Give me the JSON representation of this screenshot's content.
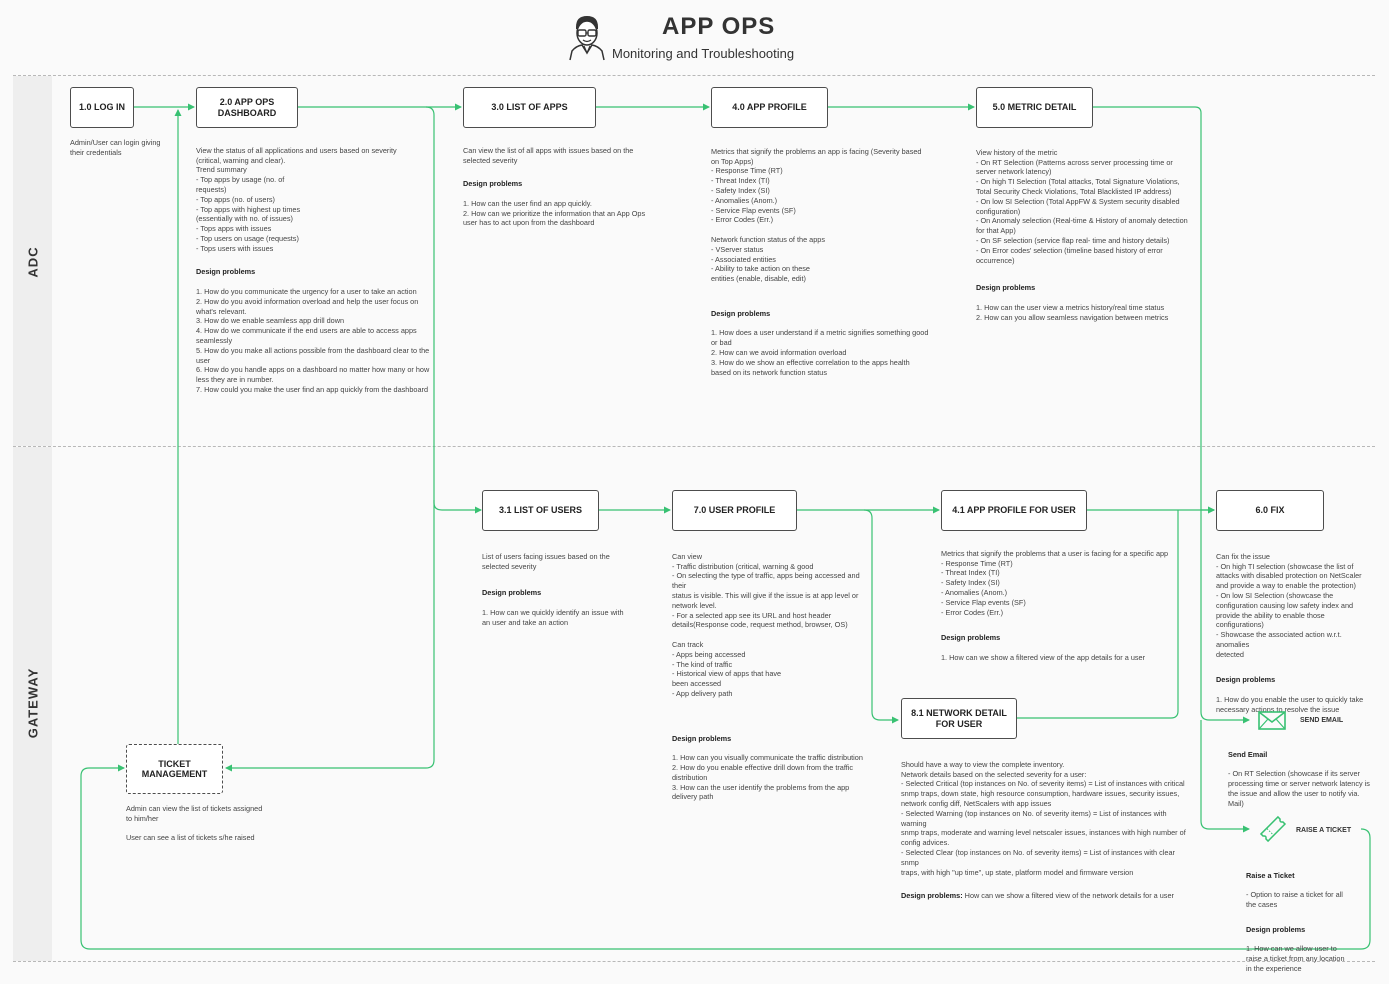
{
  "header": {
    "title": "APP OPS",
    "subtitle": "Monitoring and Troubleshooting"
  },
  "lanes": {
    "adc": "ADC",
    "gateway": "GATEWAY"
  },
  "nodes": {
    "login": "1.0 LOG IN",
    "dashboard": "2.0 APP OPS\nDASHBOARD",
    "list_apps": "3.0 LIST OF APPS",
    "app_profile": "4.0 APP PROFILE",
    "metric_detail": "5.0 METRIC DETAIL",
    "list_users": "3.1 LIST OF USERS",
    "user_profile": "7.0 USER PROFILE",
    "app_profile_user": "4.1 APP PROFILE FOR USER",
    "fix": "6.0 FIX",
    "network_detail": "8.1 NETWORK DETAIL\nFOR USER",
    "ticket_mgmt": "TICKET\nMANAGEMENT"
  },
  "actions": {
    "send_email": "SEND EMAIL",
    "raise_ticket": "RAISE A TICKET"
  },
  "descriptions": {
    "login": "Admin/User can login giving\ntheir credentials",
    "dashboard": "View the status of all applications and users based on severity\n(critical, warning and clear).\nTrend summary\n- Top apps by usage (no. of\n   requests)\n- Top apps (no. of users)\n- Top apps with highest up  times\n   (essentially with no.  of issues)\n- Tops apps with issues\n- Top users on usage (requests)\n- Tops users with issues",
    "dashboard_dp_head": "Design problems",
    "dashboard_dp": "1. How do you communicate the urgency for a user to take an action\n2. How do you avoid information overload and help the user focus on\nwhat's relevant.\n3. How do we enable seamless app drill down\n4. How do we communicate if the end users are able to access apps\nseamlessly\n5. How do you make all actions possible from the dashboard clear to the\nuser\n6. How do you handle apps on a dashboard no matter how many or how\nless they are in number.\n7. How could you make the user find an app quickly from the dashboard",
    "list_apps": "Can view the list of all apps with issues based on the\nselected severity",
    "list_apps_dp_head": "Design problems",
    "list_apps_dp": "1. How can the user find an app quickly.\n2. How can we prioritize the information that an App Ops\nuser has to act upon from the dashboard",
    "app_profile": "Metrics that signify the problems an app is facing (Severity based\non Top Apps)\n- Response Time (RT)\n- Threat Index (TI)\n- Safety Index (SI)\n- Anomalies (Anom.)\n- Service Flap events (SF)\n- Error Codes (Err.)\n\nNetwork function status of the apps\n- VServer status\n- Associated entities\n- Ability to take action on these\n  entities (enable, disable, edit)",
    "app_profile_dp_head": "Design problems",
    "app_profile_dp": "1. How does a user understand if a metric signifies something good\nor bad\n2. How can we avoid information overload\n3. How do we show an effective correlation to the apps health\nbased on its network function status",
    "metric_detail": "View history of the metric\n- On RT Selection (Patterns across   server processing time or\nserver  network latency)\n- On high TI Selection (Total attacks,  Total Signature Violations,\nTotal  Security Check Violations, Total  Blacklisted IP address)\n- On low SI Selection (Total AppFW &  System security disabled\nconfiguration)\n- On Anomaly selection (Real-time & History of anomaly detection\nfor  that   App)\n- On SF selection (service flap real-   time  and history details)\n- On Error codes' selection (timeline  based history of error\noccurrence)",
    "metric_detail_dp_head": "Design problems",
    "metric_detail_dp": "1. How can the user view a metrics history/real time status\n2. How can you allow seamless navigation between metrics",
    "list_users": "List of users facing issues based on the\nselected severity",
    "list_users_dp_head": "Design problems",
    "list_users_dp": "1. How can we quickly identify an issue with\nan user and take an action",
    "user_profile": "Can view\n - Traffic distribution (critical, warning & good\n - On selecting the type of traffic,    apps being accessed and\ntheir\n   status is visible. This will give if the  issue is at app level or\nnetwork  level.\n - For a selected app see its URL  and host header\ndetails(Response  code, request method, browser,  OS)\n\nCan track\n - Apps being accessed\n - The kind of traffic\n - Historical view of apps that have\n   been accessed\n - App delivery path",
    "user_profile_dp_head": "Design problems",
    "user_profile_dp": "1. How can you visually communicate the traffic distribution\n2. How do you enable effective drill down from the traffic\ndistribution\n3. How can the user identify the problems from the app\ndelivery path",
    "app_profile_user": "Metrics that signify the problems that a user is facing for a specific app\n- Response Time (RT)\n- Threat Index (TI)\n- Safety Index (SI)\n- Anomalies (Anom.)\n- Service Flap events (SF)\n- Error Codes (Err.)",
    "app_profile_user_dp_head": "Design problems",
    "app_profile_user_dp": "1. How can we show a filtered view of the app details for a user",
    "fix": "Can fix the issue\n- On high TI selection (showcase the list of\n   attacks with disabled protection on NetScaler\n   and provide a way to enable the protection)\n- On low SI Selection (showcase the\n   configuration causing low safety index and\n   provide the ability to enable those\n   configurations)\n- Showcase the associated action w.r.t. anomalies\n   detected",
    "fix_dp_head": "Design problems",
    "fix_dp": "1. How do you enable the user to quickly take\nnecessary actions to resolve the issue",
    "network_detail": "Should have a way to view the complete inventory.\nNetwork details based on the selected severity for a user:\n- Selected Critical (top instances on No. of severity items) = List of instances with critical\nsnmp   traps, down state, high resource consumption, hardware issues, security issues,\nnetwork config diff, NetScalers with app issues\n- Selected Warning (top instances on No. of severity items) = List of instances with warning\nsnmp  traps, moderate and warning level netscaler issues, instances with high number of\nconfig  advices.\n- Selected Clear (top instances on No. of severity items) = List of instances with clear snmp\ntraps,  with high \"up time\", up state, platform model and firmware version",
    "network_detail_dp_head": "Design problems:",
    "network_detail_dp": " How can we show a filtered view of the network details for a user",
    "ticket_mgmt": "Admin can view the list of tickets assigned\nto him/her\n\nUser can see a list of tickets s/he raised",
    "send_email_head": "Send Email",
    "send_email": " -  On RT Selection (showcase if its server\n  processing time or server network latency is\n  the issue and allow the user to notify via.\n  Mail)",
    "raise_ticket_head": "Raise a Ticket",
    "raise_ticket": " - Option to raise a ticket for all\n the cases",
    "raise_ticket_dp_head": "Design problems",
    "raise_ticket_dp": "1. How can we allow user to\nraise a ticket from any location\nin the experience"
  },
  "colors": {
    "connector": "#38c172",
    "node_border": "#4d4d4d",
    "lane_bg": "#eeeeee"
  },
  "icons": [
    "avatar-icon",
    "envelope-icon",
    "ticket-icon"
  ]
}
